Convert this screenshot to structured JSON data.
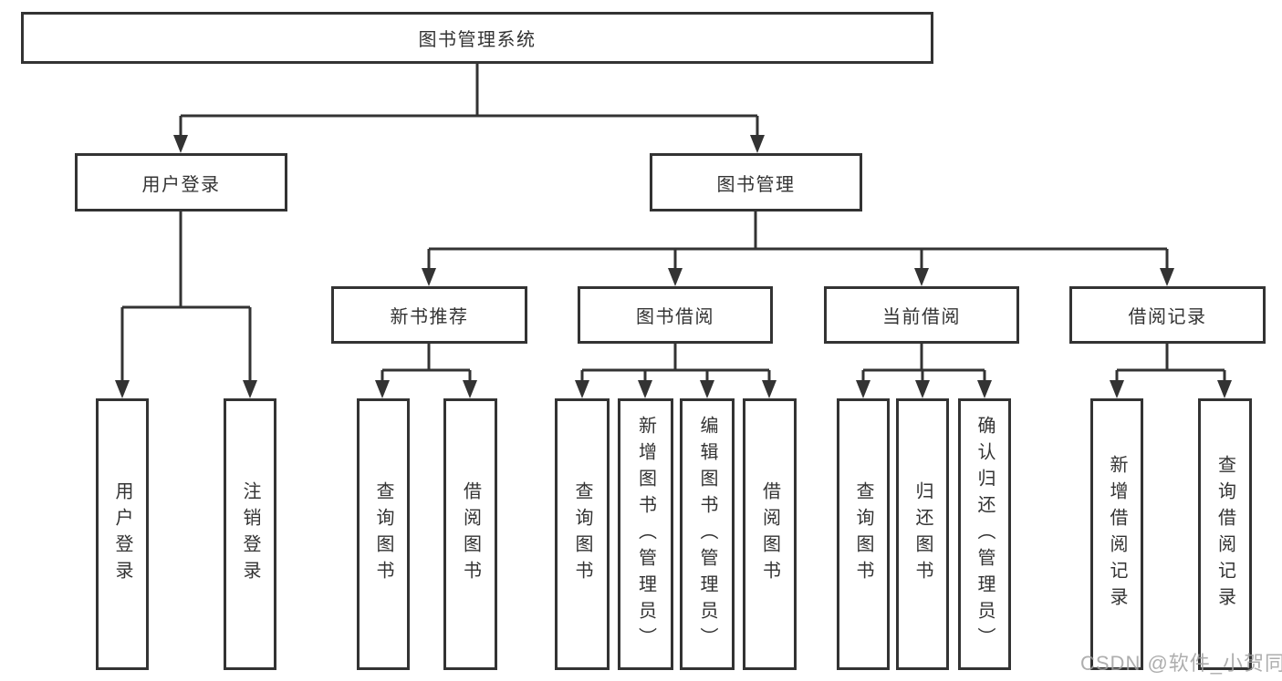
{
  "diagram": {
    "root": {
      "label": "图书管理系统"
    },
    "level2": [
      {
        "label": "用户登录"
      },
      {
        "label": "图书管理"
      }
    ],
    "level3": [
      {
        "label": "新书推荐"
      },
      {
        "label": "图书借阅"
      },
      {
        "label": "当前借阅"
      },
      {
        "label": "借阅记录"
      }
    ],
    "leaves": {
      "user_login": [
        {
          "label": "用户登录"
        },
        {
          "label": "注销登录"
        }
      ],
      "new_book_rec": [
        {
          "label": "查询图书"
        },
        {
          "label": "借阅图书"
        }
      ],
      "book_borrow": [
        {
          "label": "查询图书"
        },
        {
          "label": "新增图书（管理员）"
        },
        {
          "label": "编辑图书（管理员）"
        },
        {
          "label": "借阅图书"
        }
      ],
      "current_borrow": [
        {
          "label": "查询图书"
        },
        {
          "label": "归还图书"
        },
        {
          "label": "确认归还（管理员）"
        }
      ],
      "borrow_record": [
        {
          "label": "新增借阅记录"
        },
        {
          "label": "查询借阅记录"
        }
      ]
    },
    "watermark": "CSDN @软件_小贺同学",
    "colors": {
      "line": "#333333",
      "text": "#333333",
      "box_background": "#ffffff",
      "page_background": "#ffffff",
      "watermark": "#a0a0a0"
    }
  }
}
